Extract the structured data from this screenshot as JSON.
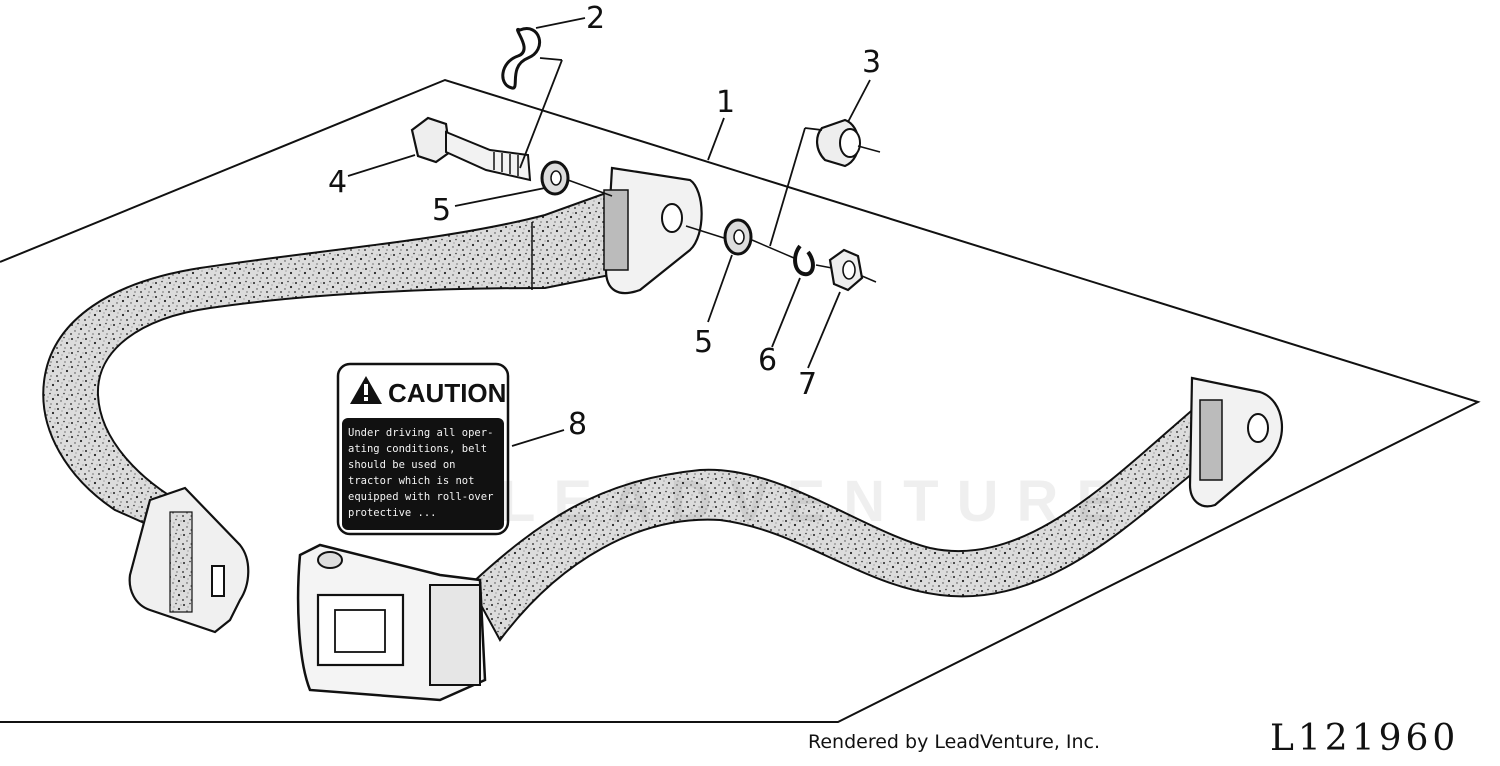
{
  "figure": {
    "id": "L121960",
    "credit": "Rendered by LeadVenture, Inc.",
    "watermark": "LEADVENTURE"
  },
  "callouts": [
    {
      "label": "1",
      "part": "seat belt"
    },
    {
      "label": "2",
      "part": "spring locking pin"
    },
    {
      "label": "3",
      "part": "spacer"
    },
    {
      "label": "4",
      "part": "bolt"
    },
    {
      "label": "5",
      "part": "washer"
    },
    {
      "label": "5",
      "part": "washer"
    },
    {
      "label": "6",
      "part": "lock washer"
    },
    {
      "label": "7",
      "part": "nut"
    },
    {
      "label": "8",
      "part": "caution decal"
    }
  ],
  "decal": {
    "heading": "CAUTION",
    "lines": [
      "Under driving all oper-",
      "ating conditions, belt",
      "should be used on",
      "tractor which is not",
      "equipped with roll-over",
      "protective ..."
    ]
  },
  "colors": {
    "ink": "#111111",
    "strap": "#d7d7d7",
    "paper": "#ffffff"
  }
}
